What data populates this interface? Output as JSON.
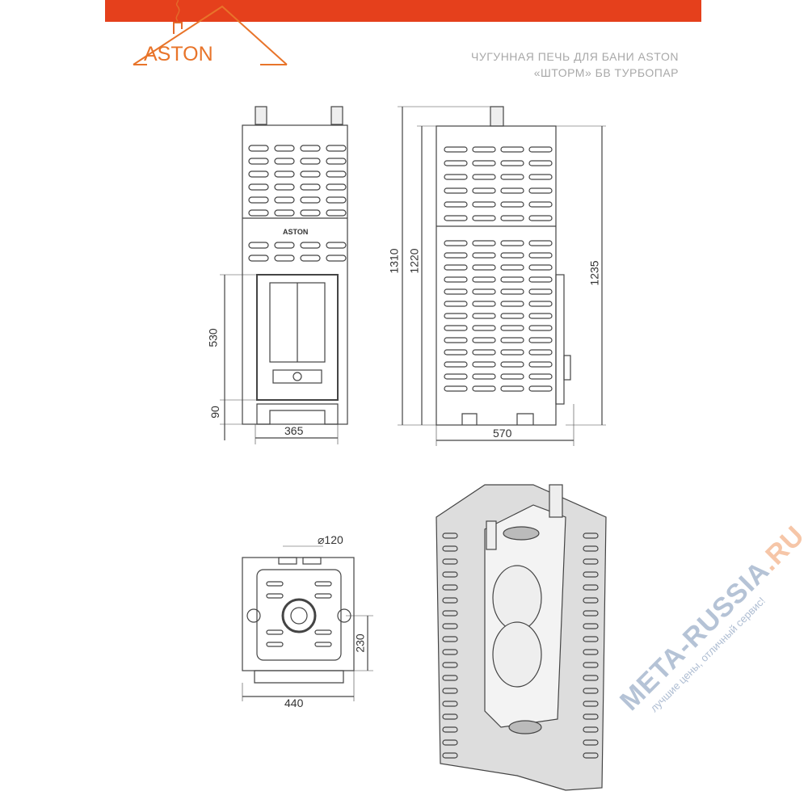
{
  "header": {
    "brand": "ASTON",
    "title_line1": "ЧУГУННАЯ ПЕЧЬ ДЛЯ БАНИ ASTON",
    "title_line2": "«ШТОРМ» БВ ТУРБОПАР",
    "accent_color": "#e5401c"
  },
  "front_view": {
    "logo": "ASTON",
    "dim_door_height": "530",
    "dim_base_height": "90",
    "dim_width": "365"
  },
  "side_view": {
    "dim_total_height": "1310",
    "dim_body_height": "1220",
    "dim_right_height": "1235",
    "dim_depth": "570"
  },
  "top_view": {
    "dim_flue_diameter": "⌀120",
    "dim_offset": "230",
    "dim_width": "440"
  },
  "watermark": {
    "main": "META-RUSSIA",
    "suffix": ".RU",
    "tagline": "лучшие цены, отличный сервис!"
  }
}
